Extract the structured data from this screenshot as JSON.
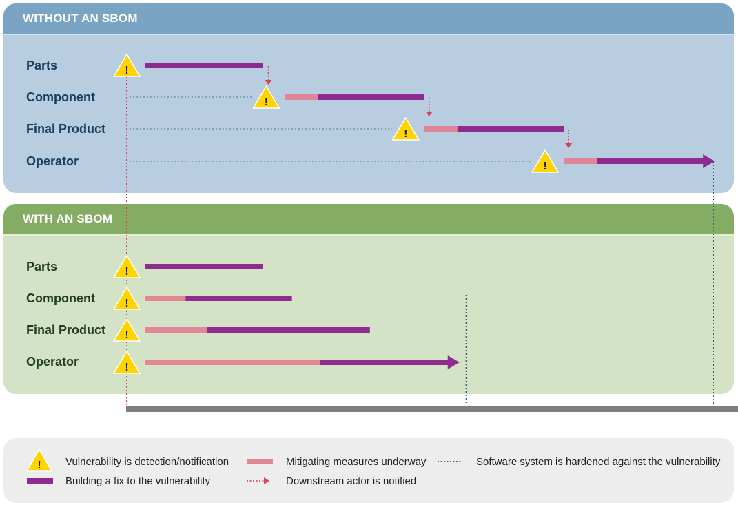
{
  "colors": {
    "fix": "#8e2b8e",
    "mitigation": "#e08696",
    "warning_fill": "#ffd400",
    "notify": "#d9415a",
    "hardened": "#2b5b6e",
    "axis": "#7f7f7f"
  },
  "icons": {
    "warning": "warning-triangle-icon",
    "arrow": "arrow-right-icon"
  },
  "warning_glyph": "!",
  "sections": [
    {
      "id": "without",
      "title": "WITHOUT AN SBOM",
      "rows": [
        {
          "label": "Parts",
          "detect_time": 0,
          "mitigation": [
            0,
            0
          ],
          "fix": [
            0,
            50
          ],
          "arrow": false
        },
        {
          "label": "Component",
          "detect_time": 59,
          "mitigation": [
            59,
            73
          ],
          "fix": [
            73,
            118
          ],
          "arrow": false
        },
        {
          "label": "Final Product",
          "detect_time": 118,
          "mitigation": [
            118,
            132
          ],
          "fix": [
            132,
            177
          ],
          "arrow": false
        },
        {
          "label": "Operator",
          "detect_time": 177,
          "mitigation": [
            177,
            191
          ],
          "fix": [
            191,
            240
          ],
          "arrow": true
        }
      ],
      "hardened_time": 240
    },
    {
      "id": "with",
      "title": "WITH AN SBOM",
      "rows": [
        {
          "label": "Parts",
          "detect_time": 0,
          "mitigation": [
            0,
            0
          ],
          "fix": [
            0,
            50
          ],
          "arrow": false
        },
        {
          "label": "Component",
          "detect_time": 0,
          "mitigation": [
            0,
            17
          ],
          "fix": [
            17,
            62
          ],
          "arrow": false
        },
        {
          "label": "Final Product",
          "detect_time": 0,
          "mitigation": [
            0,
            26
          ],
          "fix": [
            26,
            95
          ],
          "arrow": false
        },
        {
          "label": "Operator",
          "detect_time": 0,
          "mitigation": [
            0,
            74
          ],
          "fix": [
            74,
            132
          ],
          "arrow": true
        }
      ],
      "hardened_time": 136
    }
  ],
  "legend": {
    "detection": "Vulnerability is detection/notification",
    "fix": "Building a fix to the vulnerability",
    "mitigation": "Mitigating measures underway",
    "notified": "Downstream actor is notified",
    "hardened": "Software system is hardened against the vulnerability"
  }
}
